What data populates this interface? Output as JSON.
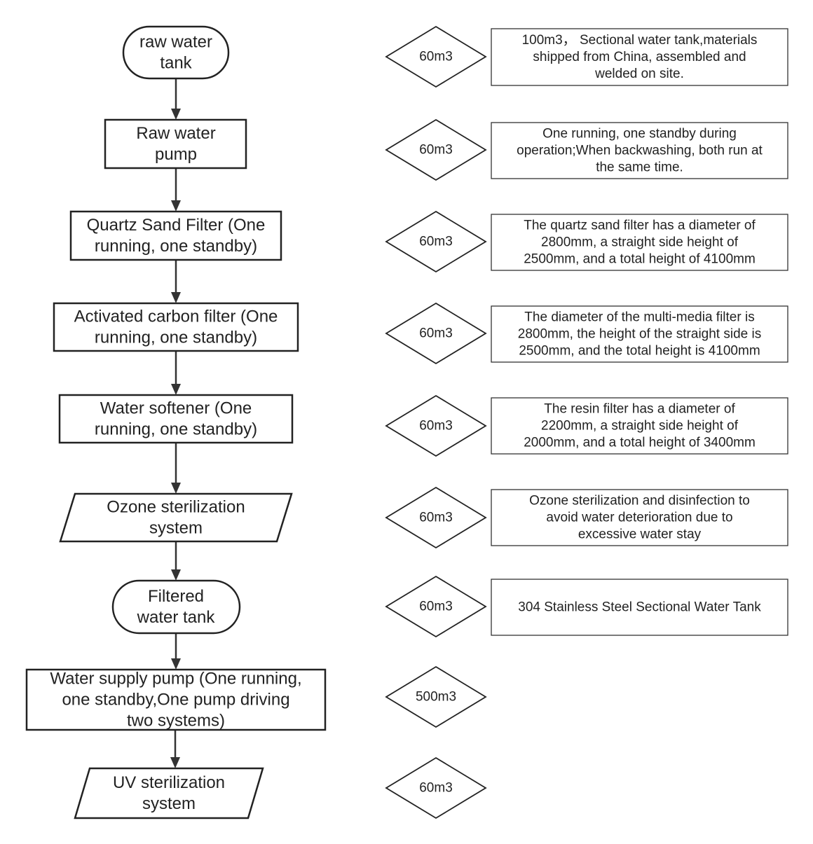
{
  "steps": [
    {
      "shape": "terminator",
      "label": [
        "raw water",
        "tank"
      ]
    },
    {
      "shape": "process",
      "label": [
        "Raw water",
        "pump"
      ]
    },
    {
      "shape": "process",
      "label": [
        "Quartz Sand Filter (One",
        "running, one standby)"
      ]
    },
    {
      "shape": "process",
      "label": [
        "Activated carbon filter (One",
        "running, one standby)"
      ]
    },
    {
      "shape": "process",
      "label": [
        "Water softener (One",
        "running, one standby)"
      ]
    },
    {
      "shape": "data",
      "label": [
        "Ozone sterilization",
        "system"
      ]
    },
    {
      "shape": "terminator",
      "label": [
        "Filtered",
        "water tank"
      ]
    },
    {
      "shape": "process",
      "label": [
        "Water supply pump (One running,",
        "one standby,One pump driving",
        "two systems)"
      ]
    },
    {
      "shape": "data",
      "label": [
        "UV sterilization",
        "system"
      ]
    }
  ],
  "capacities": [
    "60m3",
    "60m3",
    "60m3",
    "60m3",
    "60m3",
    "60m3",
    "60m3",
    "500m3",
    "60m3"
  ],
  "notes": [
    [
      "100m3，  Sectional water tank,materials",
      "shipped from China, assembled and",
      "welded on site."
    ],
    [
      "One running, one standby during",
      "operation;When backwashing, both run at",
      "the same time."
    ],
    [
      "The quartz sand filter has a diameter of",
      "2800mm, a straight side height of",
      "2500mm, and a total height of 4100mm"
    ],
    [
      "The diameter of the multi-media filter is",
      "2800mm, the height of the straight side is",
      "2500mm, and the total height is 4100mm"
    ],
    [
      "The resin filter has a diameter of",
      "2200mm, a straight side height of",
      "2000mm, and a total height of 3400mm"
    ],
    [
      "Ozone sterilization and disinfection to",
      "avoid water deterioration due to",
      "excessive water stay"
    ],
    [
      "304 Stainless Steel Sectional Water Tank"
    ]
  ],
  "colors": {
    "stroke": "#222222",
    "fill": "#ffffff",
    "text": "#222222"
  }
}
